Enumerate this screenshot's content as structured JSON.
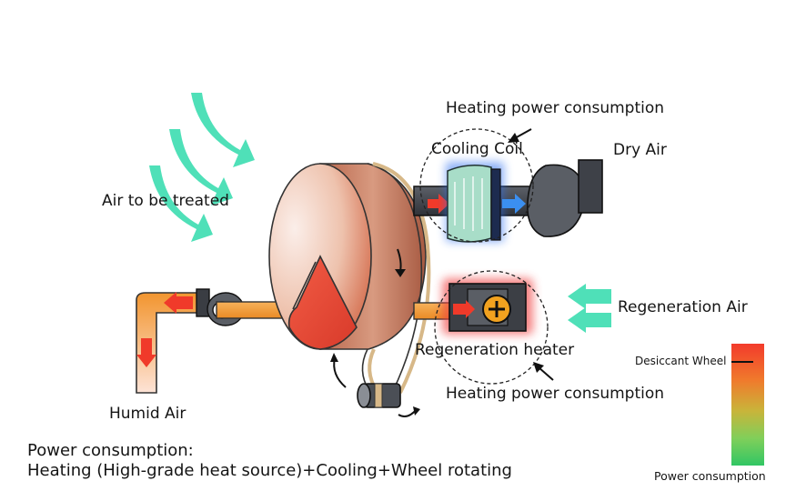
{
  "labels": {
    "air_to_be_treated": "Air to be treated",
    "heating_power_top": "Heating power consumption",
    "cooling_coil": "Cooling Coil",
    "dry_air": "Dry Air",
    "regeneration_air": "Regeneration Air",
    "regeneration_heater": "Regeneration heater",
    "heating_power_bottom": "Heating power consumption",
    "humid_air": "Humid Air"
  },
  "colorbar": {
    "marker_label": "Desiccant Wheel",
    "axis_label": "Power consumption",
    "colors": {
      "high": "#f33b2c",
      "mid": "#f07a2c",
      "low": "#31c664"
    }
  },
  "footer": {
    "line1": "Power consumption:",
    "line2": "Heating (High-grade heat source)+Cooling+Wheel rotating"
  },
  "colors": {
    "inflow_arrows": "#4fe0b8",
    "duct_orange": "#f2952f",
    "flow_arrow_red": "#f03a2a",
    "flow_arrow_blue": "#3b8ff0",
    "wheel_copper": "#c87a5f",
    "heater_glow": "#f04040",
    "coil_glow": "#2f6ff0"
  }
}
